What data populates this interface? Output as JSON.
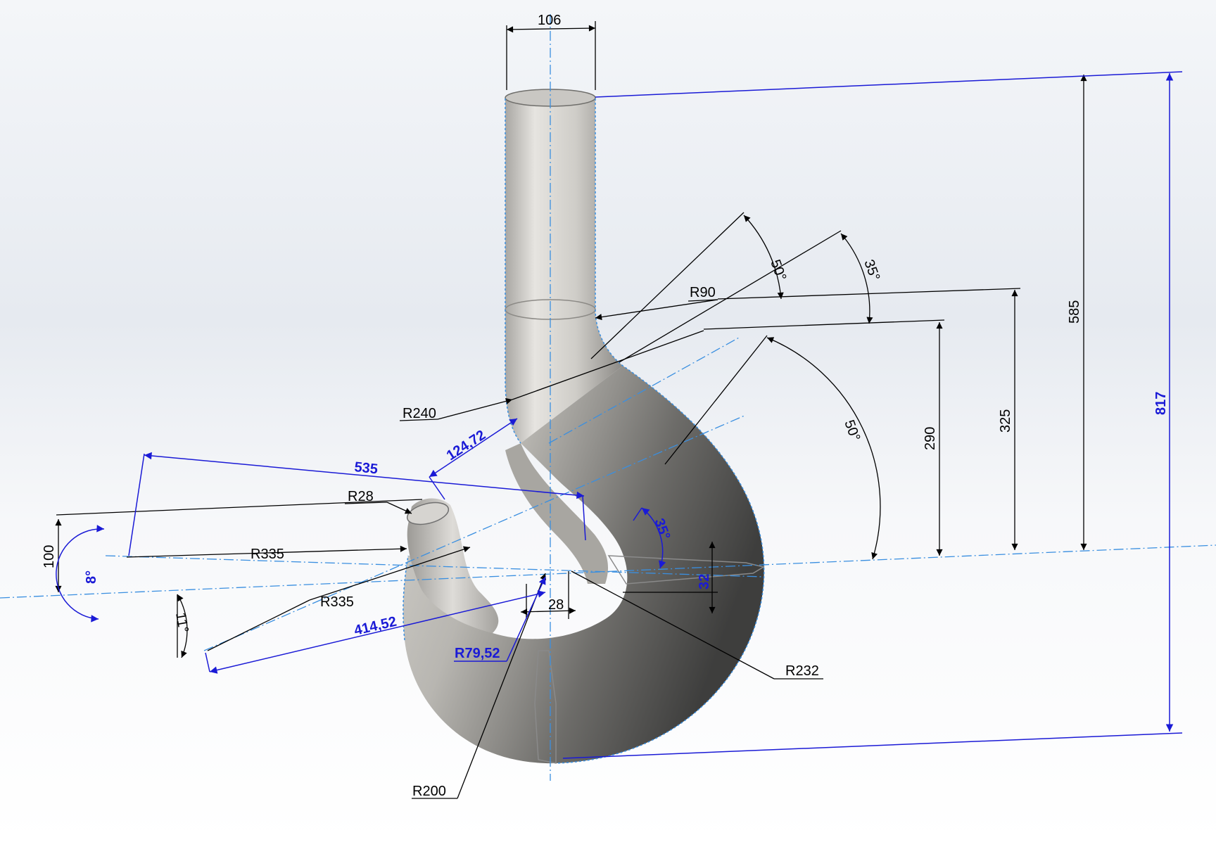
{
  "colors": {
    "dim_black": "#000000",
    "dim_blue": "#1a1ad6",
    "centerline": "#3a8fe0",
    "hook_light": "#d9d7d2",
    "hook_dark": "#4a4a4a"
  },
  "dimensions": {
    "shank_width": "106",
    "height_585": "585",
    "height_817": "817",
    "height_325": "325",
    "height_290": "290",
    "height_100": "100",
    "angle_50_top": "50°",
    "angle_35_top": "35°",
    "angle_50_right": "50°",
    "angle_35_inner": "35°",
    "angle_8": "8°",
    "angle_11": "11°",
    "r90": "R90",
    "r240": "R240",
    "r28": "R28",
    "r335_upper": "R335",
    "r335_lower": "R335",
    "r232": "R232",
    "r200": "R200",
    "r79": "R79,52",
    "d124": "124,72",
    "d535": "535",
    "d414": "414,52",
    "d28": "28",
    "d32": "32"
  }
}
